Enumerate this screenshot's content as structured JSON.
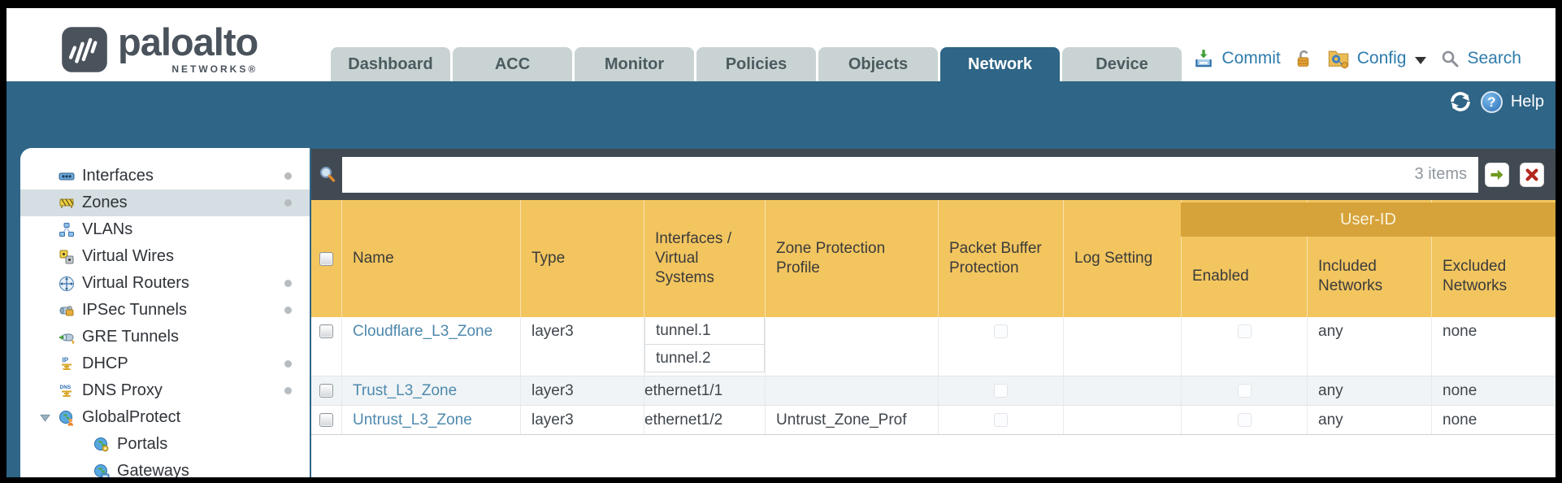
{
  "brand": {
    "name": "paloalto",
    "subtitle": "NETWORKS®"
  },
  "nav_tabs": [
    {
      "label": "Dashboard",
      "active": false
    },
    {
      "label": "ACC",
      "active": false
    },
    {
      "label": "Monitor",
      "active": false
    },
    {
      "label": "Policies",
      "active": false
    },
    {
      "label": "Objects",
      "active": false
    },
    {
      "label": "Network",
      "active": true
    },
    {
      "label": "Device",
      "active": false
    }
  ],
  "utility_nav": {
    "commit_label": "Commit",
    "config_label": "Config",
    "search_label": "Search"
  },
  "banner": {
    "help_label": "Help"
  },
  "filter_bar": {
    "query_value": "",
    "placeholder": "",
    "items_count": "3 items"
  },
  "sidebar": {
    "items": [
      {
        "label": "Interfaces",
        "icon": "interfaces-icon",
        "dot": true,
        "selected": false,
        "indent": 0
      },
      {
        "label": "Zones",
        "icon": "zones-icon",
        "dot": true,
        "selected": true,
        "indent": 0
      },
      {
        "label": "VLANs",
        "icon": "vlans-icon",
        "dot": false,
        "selected": false,
        "indent": 0
      },
      {
        "label": "Virtual Wires",
        "icon": "virtual-wires-icon",
        "dot": false,
        "selected": false,
        "indent": 0
      },
      {
        "label": "Virtual Routers",
        "icon": "virtual-routers-icon",
        "dot": true,
        "selected": false,
        "indent": 0
      },
      {
        "label": "IPSec Tunnels",
        "icon": "ipsec-tunnels-icon",
        "dot": true,
        "selected": false,
        "indent": 0
      },
      {
        "label": "GRE Tunnels",
        "icon": "gre-tunnels-icon",
        "dot": false,
        "selected": false,
        "indent": 0
      },
      {
        "label": "DHCP",
        "icon": "dhcp-icon",
        "dot": true,
        "selected": false,
        "indent": 0
      },
      {
        "label": "DNS Proxy",
        "icon": "dns-proxy-icon",
        "dot": true,
        "selected": false,
        "indent": 0
      },
      {
        "label": "GlobalProtect",
        "icon": "globalprotect-icon",
        "dot": false,
        "selected": false,
        "indent": 0,
        "expanded": true
      },
      {
        "label": "Portals",
        "icon": "portals-icon",
        "dot": false,
        "selected": false,
        "indent": 1
      },
      {
        "label": "Gateways",
        "icon": "gateways-icon",
        "dot": false,
        "selected": false,
        "indent": 1
      }
    ]
  },
  "zones_table": {
    "group_header": "User-ID",
    "columns": [
      "",
      "Name",
      "Type",
      "Interfaces / Virtual Systems",
      "Zone Protection Profile",
      "Packet Buffer Protection",
      "Log Setting",
      "Enabled",
      "Included Networks",
      "Excluded Networks"
    ],
    "rows": [
      {
        "name": "Cloudflare_L3_Zone",
        "type": "layer3",
        "interfaces": [
          "tunnel.1",
          "tunnel.2"
        ],
        "zone_protection_profile": "",
        "packet_buffer_protection_checked": false,
        "log_setting": "",
        "user_id_enabled_checked": false,
        "included_networks": "any",
        "excluded_networks": "none"
      },
      {
        "name": "Trust_L3_Zone",
        "type": "layer3",
        "interfaces": [
          "ethernet1/1"
        ],
        "zone_protection_profile": "",
        "packet_buffer_protection_checked": false,
        "log_setting": "",
        "user_id_enabled_checked": false,
        "included_networks": "any",
        "excluded_networks": "none"
      },
      {
        "name": "Untrust_L3_Zone",
        "type": "layer3",
        "interfaces": [
          "ethernet1/2"
        ],
        "zone_protection_profile": "Untrust_Zone_Prof",
        "packet_buffer_protection_checked": false,
        "log_setting": "",
        "user_id_enabled_checked": false,
        "included_networks": "any",
        "excluded_networks": "none"
      }
    ]
  },
  "colors": {
    "accent_teal": "#2f6586",
    "header_orange": "#f2c55f",
    "user_id_band": "#d6a33a",
    "toolbar_dark": "#414a52",
    "link_blue": "#2e7cab",
    "row_link_blue": "#4e89ad"
  }
}
